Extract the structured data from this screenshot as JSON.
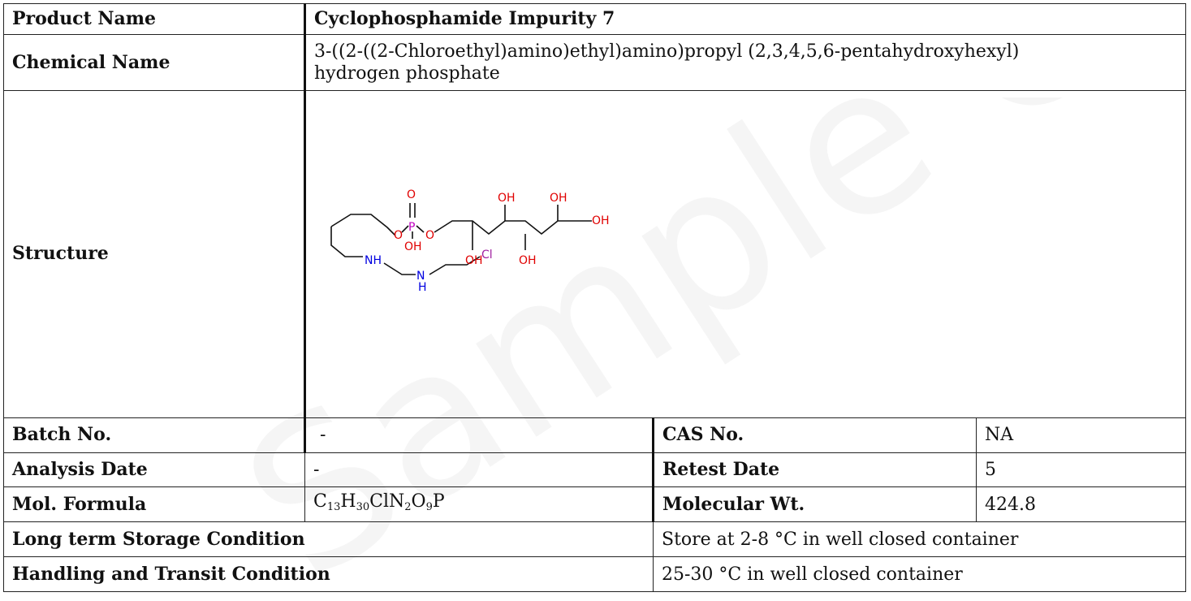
{
  "watermark": {
    "text": "Sample COA"
  },
  "product": {
    "label": "Product Name",
    "value": "Cyclophosphamide Impurity 7"
  },
  "chemical": {
    "label": "Chemical Name",
    "value_line1": "3-((2-((2-Chloroethyl)amino)ethyl)amino)propyl (2,3,4,5,6-pentahydroxyhexyl)",
    "value_line2": "hydrogen phosphate"
  },
  "structure": {
    "label": "Structure",
    "atoms": {
      "o_top": "O",
      "p": "P",
      "o_left": "O",
      "o_right": "O",
      "oh_p": "OH",
      "oh1": "OH",
      "oh2": "OH",
      "oh3": "OH",
      "oh4": "OH",
      "oh5": "OH",
      "nh1": "NH",
      "n2": "N",
      "h2": "H",
      "cl": "Cl"
    },
    "colors": {
      "oxygen": "#e00000",
      "phosphorus": "#c000c0",
      "nitrogen": "#0000e0",
      "chlorine": "#a020a0",
      "bond": "#111111"
    }
  },
  "batch": {
    "label": "Batch No.",
    "value": "-"
  },
  "cas": {
    "label": "CAS No.",
    "value": "NA"
  },
  "analysis": {
    "label": "Analysis Date",
    "value": "-"
  },
  "retest": {
    "label": "Retest Date",
    "value": "5"
  },
  "formula": {
    "label": "Mol. Formula",
    "c": "C",
    "c_n": "13",
    "h": "H",
    "h_n": "30",
    "cln": "ClN",
    "n_n": "2",
    "o": "O",
    "o_n": "9",
    "p": "P"
  },
  "mw": {
    "label": "Molecular Wt.",
    "value": "424.8"
  },
  "storage": {
    "label": "Long term Storage Condition",
    "value": "Store at 2-8 °C in well closed container"
  },
  "handling": {
    "label": "Handling and Transit Condition",
    "value": "25-30 °C in well closed container"
  }
}
